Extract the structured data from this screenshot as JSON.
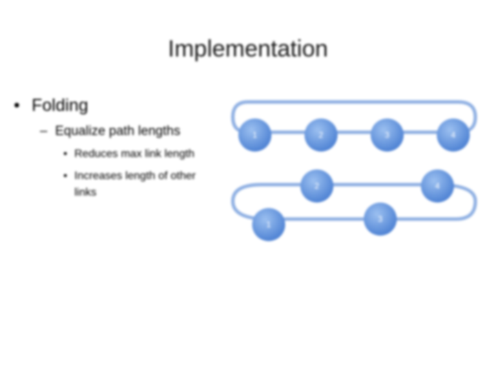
{
  "slide": {
    "title": "Implementation",
    "bullets": [
      {
        "text": "Folding",
        "sub": [
          {
            "text": "Equalize path lengths",
            "sub": [
              {
                "text": "Reduces max link length"
              },
              {
                "text": "Increases length of other links"
              }
            ]
          }
        ]
      }
    ]
  },
  "diagram": {
    "node_color": "#5b8fd9",
    "link_color": "#8fb0e3",
    "ring_top": {
      "node_labels": [
        "1",
        "2",
        "3",
        "4"
      ]
    },
    "ring_bottom": {
      "node_labels": [
        "1",
        "2",
        "3",
        "4"
      ]
    }
  }
}
